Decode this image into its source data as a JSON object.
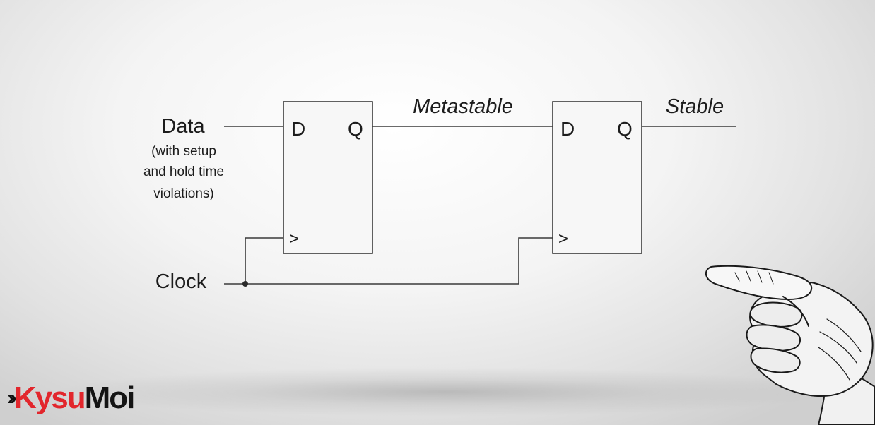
{
  "diagram": {
    "inputs": {
      "data": "Data",
      "data_note_1": "(with setup",
      "data_note_2": "and hold time",
      "data_note_3": "violations)",
      "clock": "Clock"
    },
    "flipflop_1": {
      "d": "D",
      "q": "Q",
      "clk": ">"
    },
    "flipflop_2": {
      "d": "D",
      "q": "Q",
      "clk": ">"
    },
    "signals": {
      "intermediate": "Metastable",
      "output": "Stable"
    }
  },
  "branding": {
    "logo_part_1": "Kysu",
    "logo_part_2": "Moi",
    "logo_mark_icon": "double-chevron-icon"
  },
  "decor": {
    "hand_icon": "pointing-hand-icon"
  }
}
